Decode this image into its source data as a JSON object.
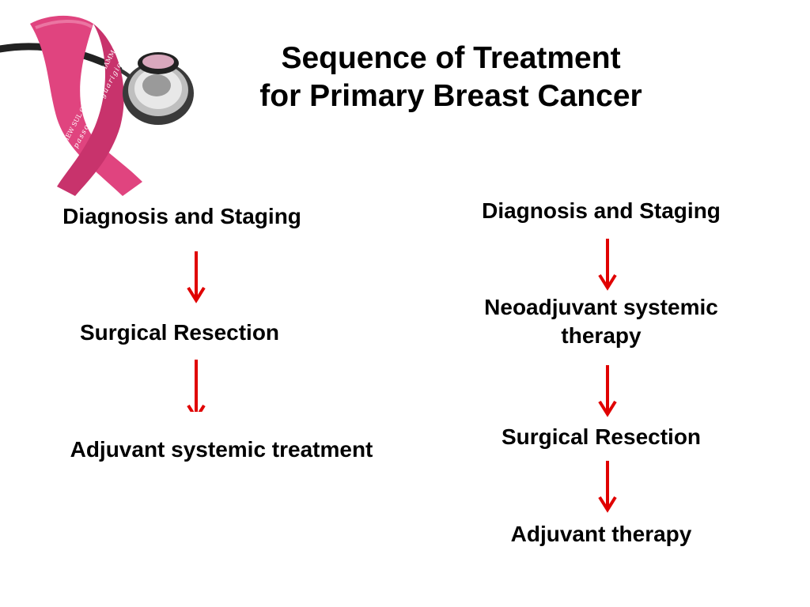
{
  "title": {
    "line1": "Sequence of Treatment",
    "line2": "for Primary Breast Cancer"
  },
  "logo": {
    "ribbon_text_1": "OVERVIEW SUL CARCINOMA MAMMARIO",
    "ribbon_text_2": "a un passo dalla guarigione!",
    "icons": [
      "pink-ribbon-icon",
      "stethoscope-icon"
    ]
  },
  "flows": {
    "left": {
      "steps": [
        "Diagnosis and Staging",
        "Surgical Resection",
        "Adjuvant systemic treatment"
      ]
    },
    "right": {
      "steps": [
        "Diagnosis and Staging",
        "Neoadjuvant systemic therapy",
        "Surgical Resection",
        "Adjuvant therapy"
      ]
    }
  },
  "colors": {
    "arrow": "#e00000",
    "ribbon": "#e0447f",
    "ribbon_dark": "#b8245c",
    "text": "#000000",
    "background": "#ffffff"
  }
}
